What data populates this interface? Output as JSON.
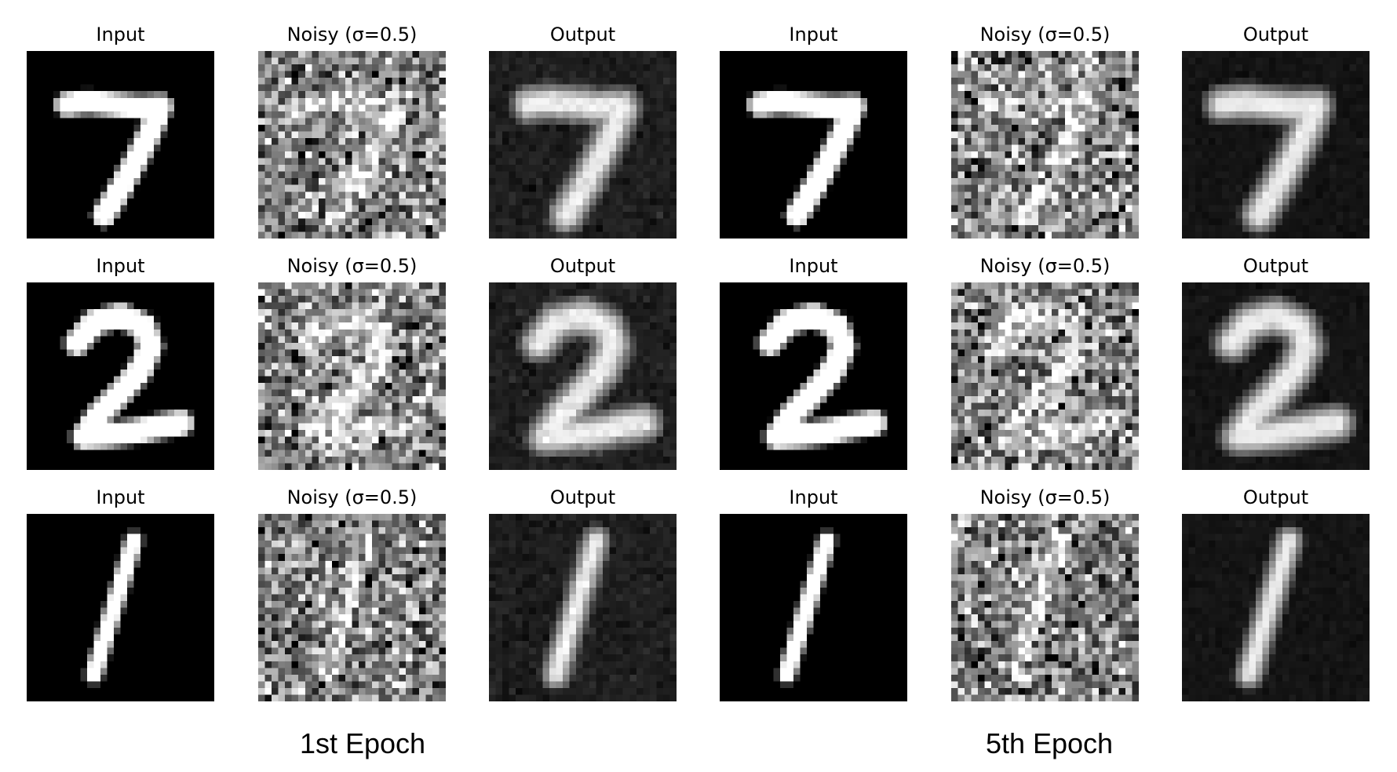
{
  "panel_titles": {
    "input": "Input",
    "noisy": "Noisy (σ=0.5)",
    "output": "Output"
  },
  "groups": [
    {
      "label": "1st Epoch"
    },
    {
      "label": "5th Epoch"
    }
  ],
  "rows": [
    {
      "digit": "7"
    },
    {
      "digit": "2"
    },
    {
      "digit": "1"
    }
  ],
  "noise_sigma": 0.5
}
